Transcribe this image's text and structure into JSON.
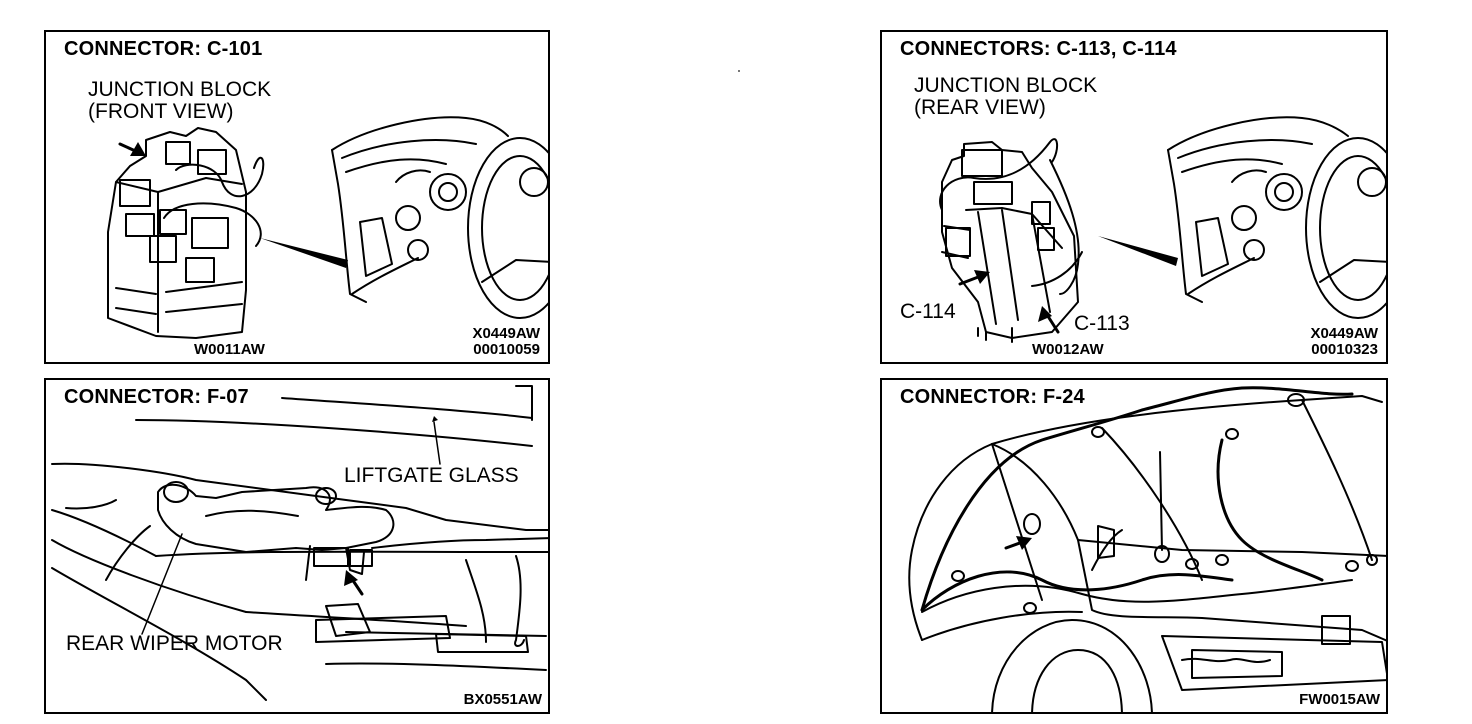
{
  "panels": [
    {
      "title": "CONNECTOR:  C-101",
      "label_line1": "JUNCTION BLOCK",
      "label_line2": "(FRONT VIEW)",
      "code_left": "W0011AW",
      "code_right_line1": "X0449AW",
      "code_right_line2": "00010059"
    },
    {
      "title": "CONNECTORS:  C-113,  C-114",
      "label_line1": "JUNCTION BLOCK",
      "label_line2": "(REAR VIEW)",
      "callout_a": "C-114",
      "callout_b": "C-113",
      "code_left": "W0012AW",
      "code_right_line1": "X0449AW",
      "code_right_line2": "00010323"
    },
    {
      "title": "CONNECTOR:  F-07",
      "label_a": "LIFTGATE GLASS",
      "label_b": "REAR WIPER MOTOR",
      "code_right": "BX0551AW"
    },
    {
      "title": "CONNECTOR:  F-24",
      "code_right": "FW0015AW"
    }
  ]
}
